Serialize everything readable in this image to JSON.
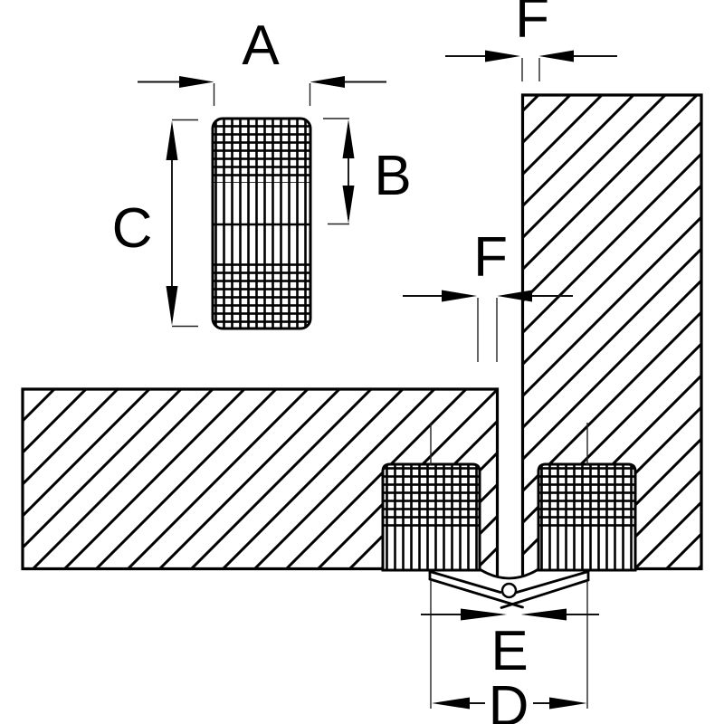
{
  "colors": {
    "background": "#ffffff",
    "line": "#000000"
  },
  "diagram": {
    "type": "technical-cross-section-drawing",
    "labels": {
      "a": "A",
      "b": "B",
      "c": "C",
      "d": "D",
      "e": "E",
      "f_top": "F",
      "f_mid": "F"
    }
  }
}
